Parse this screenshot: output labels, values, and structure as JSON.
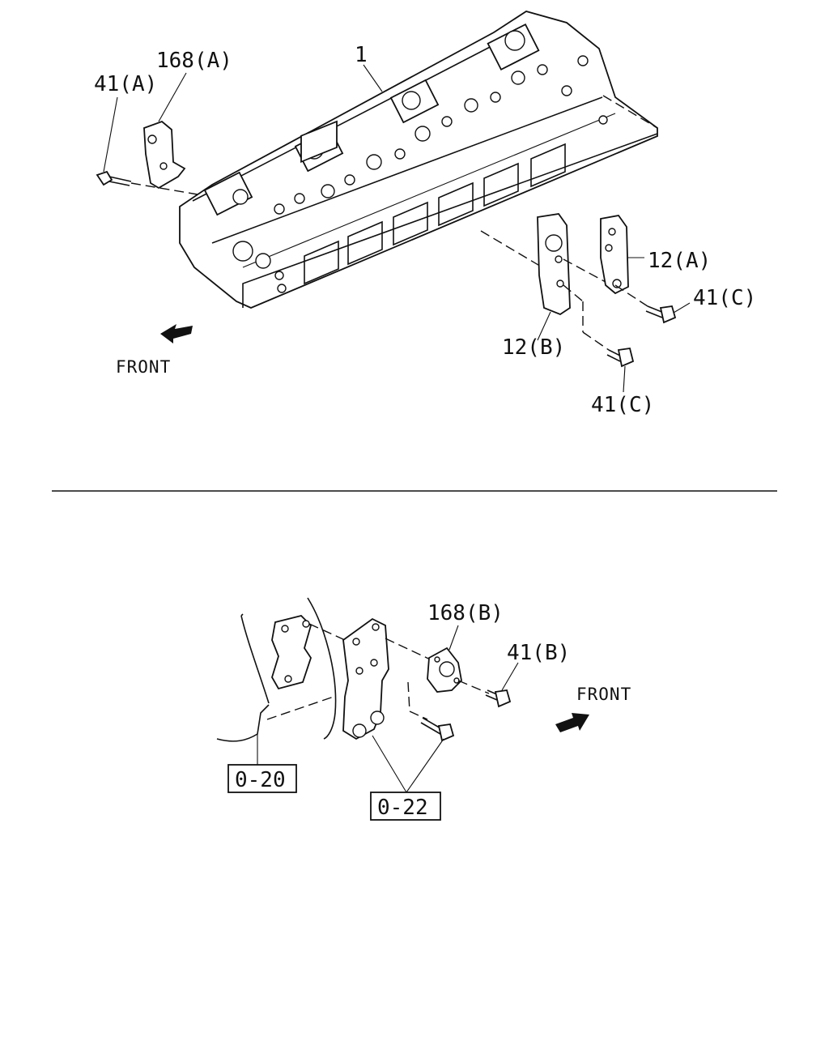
{
  "top_diagram": {
    "label_1": "1",
    "label_168a": "168(A)",
    "label_41a": "41(A)",
    "label_12a": "12(A)",
    "label_12b": "12(B)",
    "label_41c_upper": "41(C)",
    "label_41c_lower": "41(C)",
    "front_label": "FRONT"
  },
  "bottom_diagram": {
    "label_168b": "168(B)",
    "label_41b": "41(B)",
    "front_label": "FRONT",
    "ref_020": "0-20",
    "ref_022": "0-22"
  }
}
